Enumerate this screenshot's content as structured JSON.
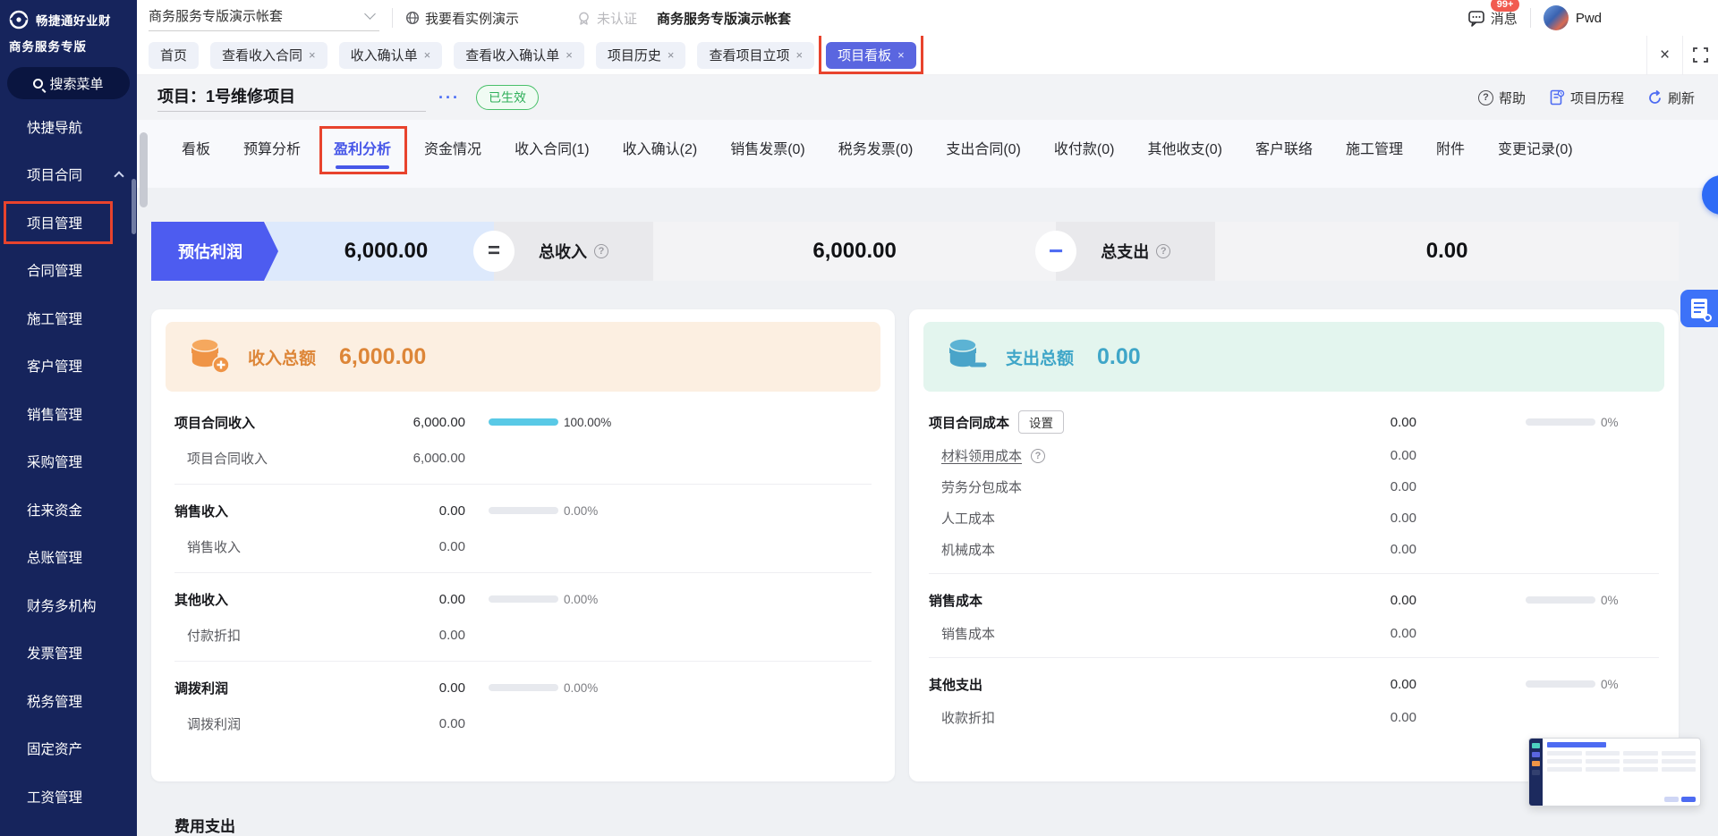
{
  "colors": {
    "sidebar_bg": "#16245c",
    "accent_blue": "#5a66e0",
    "subtab_active": "#4656e8",
    "annotation_red": "#e8432d",
    "metric_blue": "#4d5cf0",
    "metric_blue_light": "#dde9fc",
    "income_accent": "#dd8638",
    "income_bg": "#fcefe1",
    "expense_accent": "#3fa6c8",
    "expense_bg": "#e3f5ee",
    "bar_cyan": "#59c9e6",
    "badge_green": "#2faf5a",
    "badge_red": "#f15b50"
  },
  "sidebar": {
    "logo_title": "畅捷通好业财",
    "logo_subtitle": "商务服务专版",
    "search_label": "搜索菜单",
    "items": [
      {
        "label": "快捷导航"
      },
      {
        "label": "项目合同",
        "expanded": true
      },
      {
        "label": "项目管理",
        "highlighted": true
      },
      {
        "label": "合同管理"
      },
      {
        "label": "施工管理"
      },
      {
        "label": "客户管理"
      },
      {
        "label": "销售管理"
      },
      {
        "label": "采购管理"
      },
      {
        "label": "往来资金"
      },
      {
        "label": "总账管理"
      },
      {
        "label": "财务多机构"
      },
      {
        "label": "发票管理"
      },
      {
        "label": "税务管理"
      },
      {
        "label": "固定资产"
      },
      {
        "label": "工资管理"
      }
    ]
  },
  "topbar": {
    "account_selector": "商务服务专版演示帐套",
    "demo_link": "我要看实例演示",
    "auth_status": "未认证",
    "account_name": "商务服务专版演示帐套",
    "messages_label": "消息",
    "messages_badge": "99+",
    "user_name": "Pwd"
  },
  "tabs": {
    "items": [
      {
        "label": "首页",
        "closable": false,
        "active": false
      },
      {
        "label": "查看收入合同",
        "closable": true,
        "active": false
      },
      {
        "label": "收入确认单",
        "closable": true,
        "active": false
      },
      {
        "label": "查看收入确认单",
        "closable": true,
        "active": false
      },
      {
        "label": "项目历史",
        "closable": true,
        "active": false
      },
      {
        "label": "查看项目立项",
        "closable": true,
        "active": false
      },
      {
        "label": "项目看板",
        "closable": true,
        "active": true,
        "annotated": true
      }
    ],
    "close_all_icon": "×"
  },
  "project_bar": {
    "field_text": "项目：1号维修项目",
    "more": "···",
    "status": "已生效",
    "help_label": "帮助",
    "history_label": "项目历程",
    "refresh_label": "刷新"
  },
  "subtabs": [
    {
      "label": "看板"
    },
    {
      "label": "预算分析"
    },
    {
      "label": "盈利分析",
      "active": true,
      "annotated": true
    },
    {
      "label": "资金情况"
    },
    {
      "label": "收入合同(1)"
    },
    {
      "label": "收入确认(2)"
    },
    {
      "label": "销售发票(0)"
    },
    {
      "label": "税务发票(0)"
    },
    {
      "label": "支出合同(0)"
    },
    {
      "label": "收付款(0)"
    },
    {
      "label": "其他收支(0)"
    },
    {
      "label": "客户联络"
    },
    {
      "label": "施工管理"
    },
    {
      "label": "附件"
    },
    {
      "label": "变更记录(0)"
    }
  ],
  "metrics": {
    "profit_label": "预估利润",
    "profit_value": "6,000.00",
    "equals_sign": "=",
    "income_label": "总收入",
    "income_value": "6,000.00",
    "minus_sign": "−",
    "expense_label": "总支出",
    "expense_value": "0.00"
  },
  "income_card": {
    "title": "收入总额",
    "total": "6,000.00",
    "groups": [
      {
        "label": "项目合同收入",
        "value": "6,000.00",
        "percent": "100.00%",
        "bar": 100,
        "subs": [
          {
            "label": "项目合同收入",
            "value": "6,000.00"
          }
        ]
      },
      {
        "label": "销售收入",
        "value": "0.00",
        "percent": "0.00%",
        "bar": 0,
        "subs": [
          {
            "label": "销售收入",
            "value": "0.00"
          }
        ]
      },
      {
        "label": "其他收入",
        "value": "0.00",
        "percent": "0.00%",
        "bar": 0,
        "subs": [
          {
            "label": "付款折扣",
            "value": "0.00"
          }
        ]
      },
      {
        "label": "调拨利润",
        "value": "0.00",
        "percent": "0.00%",
        "bar": 0,
        "subs": [
          {
            "label": "调拨利润",
            "value": "0.00"
          }
        ]
      }
    ]
  },
  "expense_card": {
    "title": "支出总额",
    "total": "0.00",
    "settings_label": "设置",
    "groups": [
      {
        "label": "项目合同成本",
        "has_settings": true,
        "value": "0.00",
        "percent": "0%",
        "bar": 0,
        "subs": [
          {
            "label": "材料领用成本",
            "underline": true,
            "help": true,
            "value": "0.00"
          },
          {
            "label": "劳务分包成本",
            "value": "0.00"
          },
          {
            "label": "人工成本",
            "value": "0.00"
          },
          {
            "label": "机械成本",
            "value": "0.00"
          }
        ]
      },
      {
        "label": "销售成本",
        "value": "0.00",
        "percent": "0%",
        "bar": 0,
        "subs": [
          {
            "label": "销售成本",
            "value": "0.00"
          }
        ]
      },
      {
        "label": "其他支出",
        "value": "0.00",
        "percent": "0%",
        "bar": 0,
        "subs": [
          {
            "label": "收款折扣",
            "value": "0.00"
          }
        ]
      }
    ]
  },
  "bottom_section_title": "费用支出"
}
